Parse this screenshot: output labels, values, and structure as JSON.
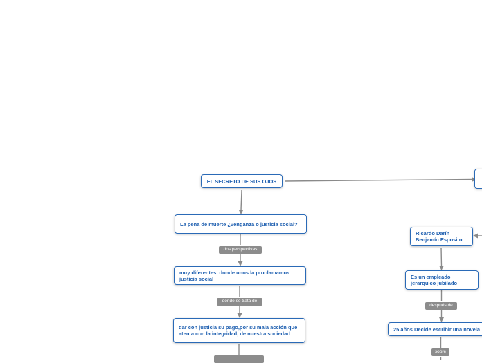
{
  "nodes": {
    "title": "EL SECRETO DE SUS OJOS",
    "pena": "La pena de muerte ¿venganza o justicia social?",
    "diferentes": "muy diferentes, donde unos la proclamamos justicia social",
    "justicia": "dar con justicia su pago,por su mala acción que atenta con la integridad, de nuestra sociedad",
    "ricardo": "Ricardo Darín Benjamín Esposito",
    "empleado": "Es un empleado jerarquico jubilado",
    "anos": "25 años Decide escribir una novela",
    "right_edge": "",
    "right_edge2": ""
  },
  "tags": {
    "perspectivas": "dos perspectivas",
    "trata": "donde se trata de",
    "despues": "después de",
    "sobre": "sobre",
    "bottom": ""
  },
  "colors": {
    "node_border": "#2a6ab7",
    "node_text": "#1e5fb0",
    "connector": "#8a8a8a",
    "tag_bg": "#8c8c8c"
  }
}
